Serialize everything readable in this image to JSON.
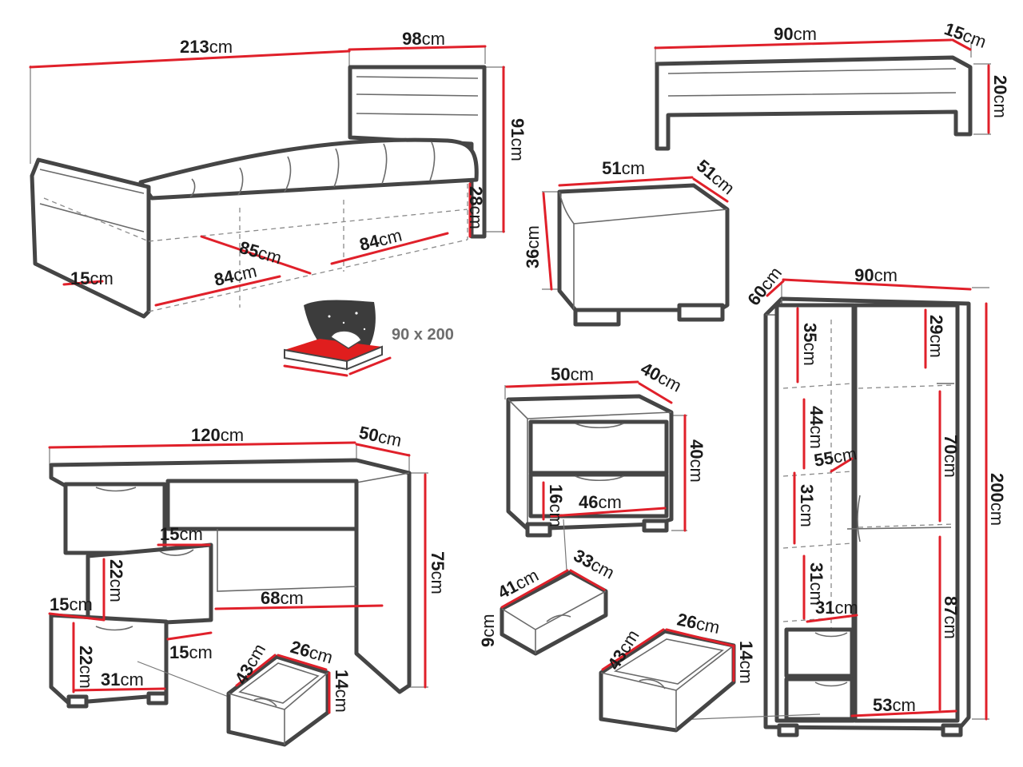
{
  "unit": "cm",
  "colors": {
    "dimension_line": "#e0202a",
    "outline": "#454545",
    "text": "#1b1b1b",
    "caption": "#6d6d6d"
  },
  "bed": {
    "length": "213",
    "depth": "98",
    "height": "91",
    "side_height": "28",
    "inner_a": "85",
    "inner_b": "84",
    "inner_c": "84",
    "inner_d": "15",
    "mattress_caption": "90 x 200",
    "mattress_icon": "mattress-icon"
  },
  "shelf": {
    "width": "90",
    "depth": "15",
    "height": "20"
  },
  "pouf": {
    "width": "51",
    "depth": "51",
    "height": "36"
  },
  "nightstand": {
    "width": "50",
    "depth": "40",
    "height": "40",
    "inner_height": "16",
    "inner_width": "46",
    "drawer": {
      "width": "41",
      "depth": "33",
      "height": "9"
    }
  },
  "wardrobe": {
    "width": "90",
    "depth": "60",
    "height": "200",
    "shelf_a": "35",
    "shelf_b": "44",
    "shelf_c": "31",
    "shelf_d": "31",
    "inner_depth_a": "55",
    "inner_depth_b": "31",
    "hang_top": "29",
    "hang_a": "70",
    "hang_b": "87",
    "bottom_width": "53",
    "drawer": {
      "width": "26",
      "depth": "43",
      "height": "14"
    }
  },
  "desk": {
    "width": "120",
    "depth": "50",
    "height": "75",
    "knee_width": "68",
    "step_a": "15",
    "step_b": "15",
    "step_c": "15",
    "inner_a": "22",
    "inner_b": "22",
    "inner_width": "31",
    "drawer": {
      "width": "26",
      "depth": "43",
      "height": "14"
    }
  }
}
